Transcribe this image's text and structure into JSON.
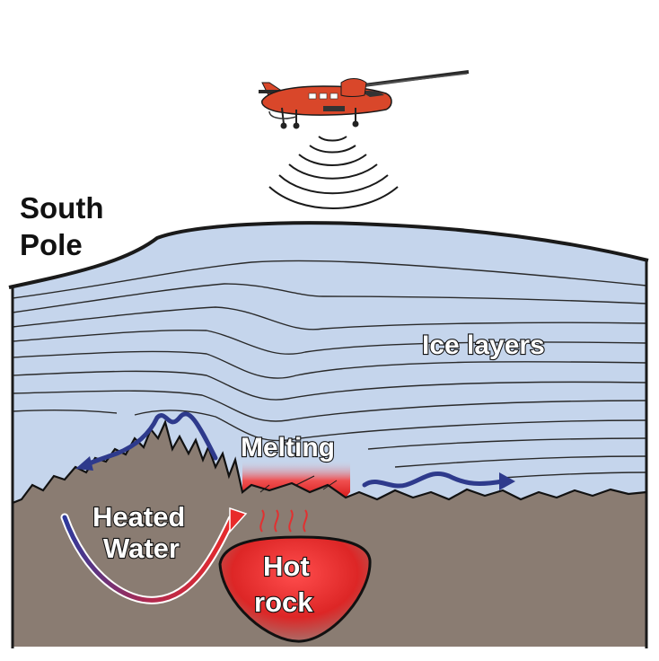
{
  "labels": {
    "location_line1": "South",
    "location_line2": "Pole",
    "ice": "Ice layers",
    "melting": "Melting",
    "water_line1": "Heated",
    "water_line2": "Water",
    "rock_line1": "Hot",
    "rock_line2": "rock"
  },
  "colors": {
    "ice": "#c5d5ec",
    "bedrock": "#8a7c72",
    "hot_rock": "#e02a2a",
    "plane_body": "#d9472a",
    "water_flow": "#2e3a8c",
    "heat": "#e23030"
  },
  "icons": {
    "aircraft": "survey-airplane-icon",
    "radar": "radar-wave-icon"
  }
}
